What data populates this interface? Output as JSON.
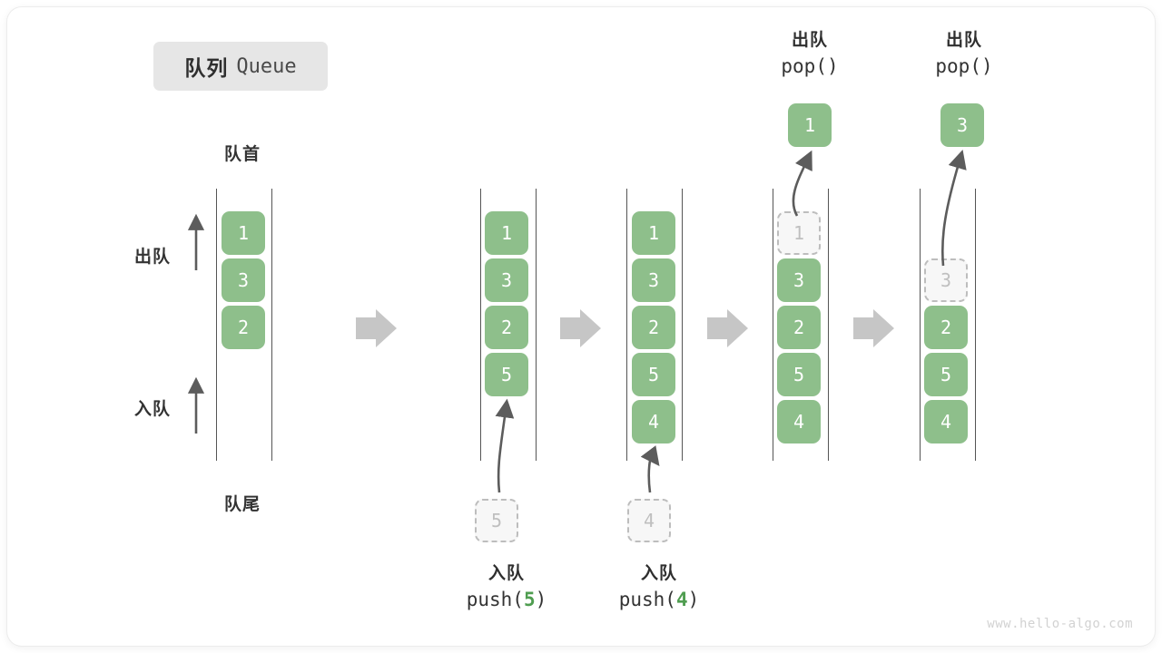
{
  "title": {
    "cn": "队列",
    "en": "Queue"
  },
  "labels": {
    "front": "队首",
    "rear": "队尾",
    "dequeue": "出队",
    "enqueue": "入队"
  },
  "watermark": "www.hello-algo.com",
  "colors": {
    "cell_fill": "#8ebf8b",
    "cell_text": "#ffffff",
    "ghost_border": "#bdbdbd",
    "ghost_text": "#bfbfbf",
    "accent_green": "#4f9d50",
    "arrow_gray": "#c6c6c6",
    "rail": "#555555",
    "badge_bg": "#e6e6e6"
  },
  "steps": [
    {
      "name": "initial-queue",
      "cells": [
        {
          "value": "1",
          "ghost": false
        },
        {
          "value": "3",
          "ghost": false
        },
        {
          "value": "2",
          "ghost": false
        }
      ],
      "side_notes": [
        {
          "label": "出队",
          "direction": "up"
        },
        {
          "label": "入队",
          "direction": "up"
        }
      ],
      "front_label": "队首",
      "rear_label": "队尾"
    },
    {
      "name": "after-push-5",
      "cells": [
        {
          "value": "1",
          "ghost": false
        },
        {
          "value": "3",
          "ghost": false
        },
        {
          "value": "2",
          "ghost": false
        },
        {
          "value": "5",
          "ghost": false
        }
      ],
      "incoming": {
        "value": "5",
        "op_cn": "入队",
        "op_code_prefix": "push(",
        "op_code_num": "5",
        "op_code_suffix": ")"
      }
    },
    {
      "name": "after-push-4",
      "cells": [
        {
          "value": "1",
          "ghost": false
        },
        {
          "value": "3",
          "ghost": false
        },
        {
          "value": "2",
          "ghost": false
        },
        {
          "value": "5",
          "ghost": false
        },
        {
          "value": "4",
          "ghost": false
        }
      ],
      "incoming": {
        "value": "4",
        "op_cn": "入队",
        "op_code_prefix": "push(",
        "op_code_num": "4",
        "op_code_suffix": ")"
      }
    },
    {
      "name": "after-pop-1",
      "cells": [
        {
          "value": "1",
          "ghost": true
        },
        {
          "value": "3",
          "ghost": false
        },
        {
          "value": "2",
          "ghost": false
        },
        {
          "value": "5",
          "ghost": false
        },
        {
          "value": "4",
          "ghost": false
        }
      ],
      "outgoing": {
        "value": "1",
        "op_cn": "出队",
        "op_code": "pop()"
      }
    },
    {
      "name": "after-pop-3",
      "cells": [
        {
          "value": "",
          "ghost": false,
          "empty": true
        },
        {
          "value": "3",
          "ghost": true
        },
        {
          "value": "2",
          "ghost": false
        },
        {
          "value": "5",
          "ghost": false
        },
        {
          "value": "4",
          "ghost": false
        }
      ],
      "outgoing": {
        "value": "3",
        "op_cn": "出队",
        "op_code": "pop()"
      }
    }
  ],
  "transition_arrows": [
    {
      "name": "transition-arrow-1"
    },
    {
      "name": "transition-arrow-2"
    },
    {
      "name": "transition-arrow-3"
    },
    {
      "name": "transition-arrow-4"
    }
  ]
}
